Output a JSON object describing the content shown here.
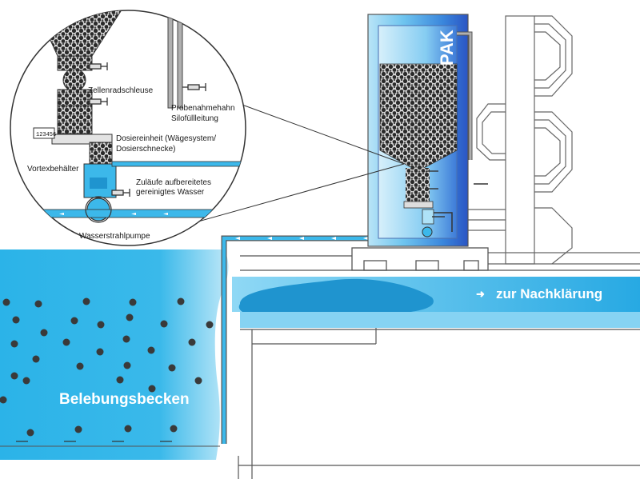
{
  "labels": {
    "cellular_wheel": "Zellenradschleuse",
    "sampling_tap": "Probenahmehahn",
    "silo_fill_line": "Silofüllleitung",
    "dosing_unit_1": "Dosiereinheit (Wägesystem/",
    "dosing_unit_2": "Dosierschnecke)",
    "vortex_tank": "Vortexbehälter",
    "inflows_1": "Zuläufe aufbereitetes",
    "inflows_2": "gereinigtes Wasser",
    "jet_pump": "Wasserstrahlpumpe",
    "silo_text": "PAK",
    "scale_display": "123456",
    "aeration_tank": "Belebungsbecken",
    "to_clarifier": "zur Nachklärung",
    "arrow_glyph": "➜"
  },
  "colors": {
    "water_light": "#48c0ea",
    "water_dark": "#1a9ad6",
    "silo_blue": "#2a6ed0",
    "carbon": "#2b2b2b",
    "outline": "#555555"
  },
  "icons": {
    "flow_arrow": "arrow-right-icon"
  }
}
